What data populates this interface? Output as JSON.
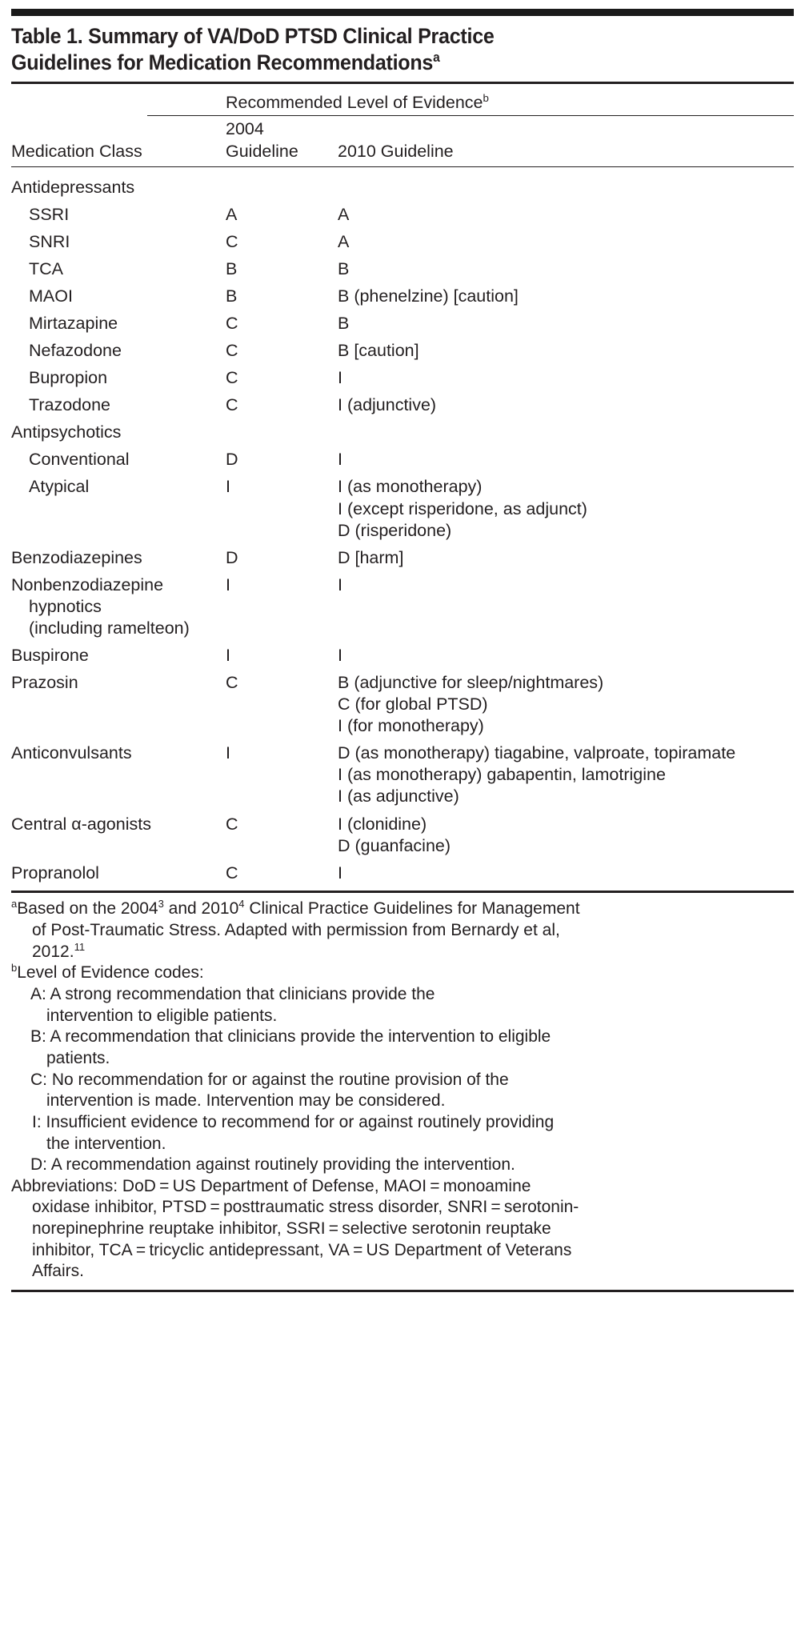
{
  "title": {
    "line1": "Table 1. Summary of VA/DoD PTSD Clinical Practice",
    "line2": "Guidelines for Medication Recommendations",
    "superscript": "a"
  },
  "table": {
    "span_header": "Recommended Level of Evidence",
    "span_header_superscript": "b",
    "columns": {
      "medication_class": "Medication Class",
      "guideline_2004_line1": "2004",
      "guideline_2004_line2": "Guideline",
      "guideline_2010": "2010 Guideline"
    },
    "rows": [
      {
        "label": "Antidepressants",
        "indent": 0,
        "g2004": "",
        "g2010": []
      },
      {
        "label": "SSRI",
        "indent": 1,
        "g2004": "A",
        "g2010": [
          "A"
        ]
      },
      {
        "label": "SNRI",
        "indent": 1,
        "g2004": "C",
        "g2010": [
          "A"
        ]
      },
      {
        "label": "TCA",
        "indent": 1,
        "g2004": "B",
        "g2010": [
          "B"
        ]
      },
      {
        "label": "MAOI",
        "indent": 1,
        "g2004": "B",
        "g2010": [
          "B (phenelzine) [caution]"
        ]
      },
      {
        "label": "Mirtazapine",
        "indent": 1,
        "g2004": "C",
        "g2010": [
          "B"
        ]
      },
      {
        "label": "Nefazodone",
        "indent": 1,
        "g2004": "C",
        "g2010": [
          "B [caution]"
        ]
      },
      {
        "label": "Bupropion",
        "indent": 1,
        "g2004": "C",
        "g2010": [
          "I"
        ]
      },
      {
        "label": "Trazodone",
        "indent": 1,
        "g2004": "C",
        "g2010": [
          "I (adjunctive)"
        ]
      },
      {
        "label": "Antipsychotics",
        "indent": 0,
        "g2004": "",
        "g2010": []
      },
      {
        "label": "Conventional",
        "indent": 1,
        "g2004": "D",
        "g2010": [
          "I"
        ]
      },
      {
        "label": "Atypical",
        "indent": 1,
        "g2004": "I",
        "g2010": [
          "I (as monotherapy)",
          "I (except risperidone, as adjunct)",
          "D (risperidone)"
        ]
      },
      {
        "label": "Benzodiazepines",
        "indent": 0,
        "g2004": "D",
        "g2010": [
          "D [harm]"
        ]
      },
      {
        "label": "Nonbenzodiazepine",
        "label_extra": [
          "hypnotics",
          "(including ramelteon)"
        ],
        "indent": 0,
        "g2004": "I",
        "g2010": [
          "I"
        ]
      },
      {
        "label": "Buspirone",
        "indent": 0,
        "g2004": "I",
        "g2010": [
          "I"
        ]
      },
      {
        "label": "Prazosin",
        "indent": 0,
        "g2004": "C",
        "g2010": [
          "B (adjunctive for sleep/nightmares)",
          "C (for global PTSD)",
          "I (for monotherapy)"
        ]
      },
      {
        "label": "Anticonvulsants",
        "indent": 0,
        "g2004": "I",
        "g2010": [
          "D (as monotherapy) tiagabine, valproate, topiramate",
          "I (as monotherapy) gabapentin, lamotrigine",
          "I (as adjunctive)"
        ]
      },
      {
        "label": "Central α-agonists",
        "indent": 0,
        "g2004": "C",
        "g2010": [
          "I (clonidine)",
          "D (guanfacine)"
        ]
      },
      {
        "label": "Propranolol",
        "indent": 0,
        "g2004": "C",
        "g2010": [
          "I"
        ]
      }
    ]
  },
  "footnotes": {
    "a_marker": "a",
    "a_part1": "Based on the 2004",
    "a_sup1": "3",
    "a_part2": " and 2010",
    "a_sup2": "4",
    "a_part3": " Clinical Practice Guidelines for Management",
    "a_line2": "of Post-Traumatic Stress. Adapted with permission from Bernardy et al,",
    "a_line3_text": "2012.",
    "a_sup3": "11",
    "b_marker": "b",
    "b_intro": "Level of Evidence codes:",
    "codes": [
      {
        "code": "A:",
        "line1": "A strong recommendation that clinicians provide the",
        "line2": "intervention to eligible patients."
      },
      {
        "code": "B:",
        "line1": "A recommendation that clinicians provide the intervention to eligible",
        "line2": "patients."
      },
      {
        "code": "C:",
        "line1": "No recommendation for or against the routine provision of the",
        "line2": "intervention is made. Intervention may be considered."
      },
      {
        "code": "I:",
        "line1": "Insufficient evidence to recommend for or against routinely providing",
        "line2": "the intervention."
      },
      {
        "code": "D:",
        "line1": "A recommendation against routinely providing the intervention.",
        "line2": ""
      }
    ],
    "abbreviations_line1": "Abbreviations: DoD = US Department of Defense, MAOI = monoamine",
    "abbreviations_line2": "oxidase inhibitor, PTSD = posttraumatic stress disorder, SNRI = serotonin-",
    "abbreviations_line3": "norepinephrine reuptake inhibitor, SSRI = selective serotonin reuptake",
    "abbreviations_line4": "inhibitor, TCA = tricyclic antidepressant, VA = US Department of Veterans",
    "abbreviations_line5": "Affairs."
  }
}
